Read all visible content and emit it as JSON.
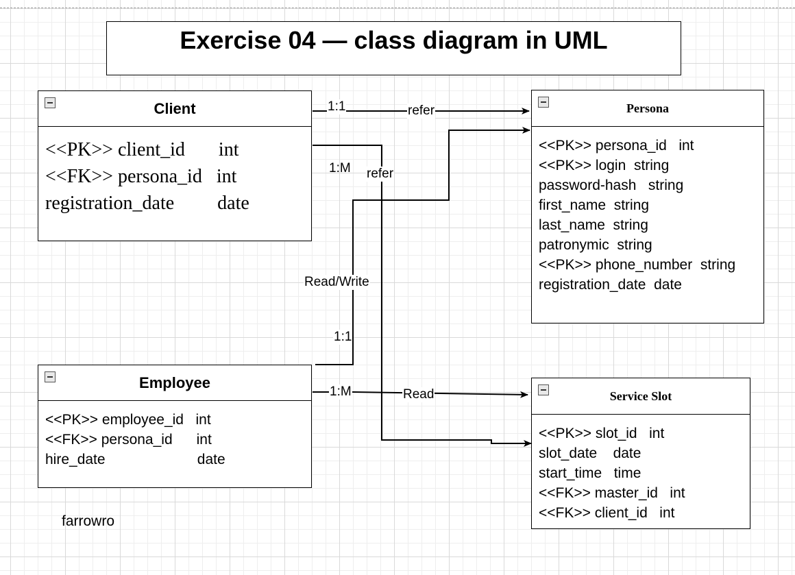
{
  "title": "Exercise 04 — class diagram in UML",
  "classes": {
    "client": {
      "name": "Client",
      "attributes": [
        "<<PK>> client_id       int",
        "<<FK>> persona_id   int",
        "registration_date         date"
      ]
    },
    "persona": {
      "name": "Persona",
      "attributes": [
        "<<PK>> persona_id   int",
        "<<PK>> login  string",
        "password-hash   string",
        "first_name  string",
        "last_name  string",
        "patronymic  string",
        "<<PK>> phone_number  string",
        "registration_date  date"
      ]
    },
    "employee": {
      "name": "Employee",
      "attributes": [
        "<<PK>> employee_id   int",
        "<<FK>> persona_id      int",
        "hire_date                       date"
      ]
    },
    "service_slot": {
      "name": "Service Slot",
      "attributes": [
        "<<PK>> slot_id   int",
        "slot_date    date",
        "start_time   time",
        "<<FK>> master_id   int",
        "<<FK>> client_id   int"
      ]
    }
  },
  "connectors": {
    "client_persona": {
      "cardinality": "1:1",
      "label": "refer"
    },
    "client_slot": {
      "cardinality": "1:M",
      "label": "refer"
    },
    "employee_persona": {
      "cardinality": "1:1",
      "label": "Read/Write"
    },
    "employee_slot": {
      "cardinality": "1:M",
      "label": "Read"
    }
  },
  "author": "farrowro",
  "colors": {
    "line": "#000000",
    "grid": "#d9d9d9",
    "background": "#ffffff"
  }
}
